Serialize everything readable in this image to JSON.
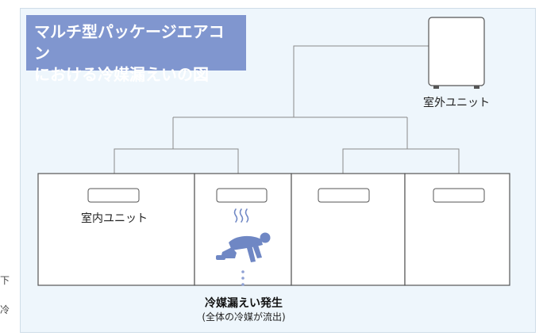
{
  "title": {
    "line1": "マルチ型パッケージエアコン",
    "line2": "における冷媒漏えいの図"
  },
  "outdoor_unit": {
    "label": "室外ユニット"
  },
  "indoor_unit": {
    "label": "室内ユニット"
  },
  "leak": {
    "title": "冷媒漏えい発生",
    "subtitle": "(全体の冷媒が流出)"
  },
  "edge_text": {
    "char1": "下",
    "char2": "冷"
  },
  "colors": {
    "panel_bg": "#eef6fc",
    "title_bg": "#8096cf",
    "person": "#6f87c4",
    "wavy": "#6f87c4",
    "dots": "#8fa1d4",
    "line": "#8a8a8a"
  }
}
